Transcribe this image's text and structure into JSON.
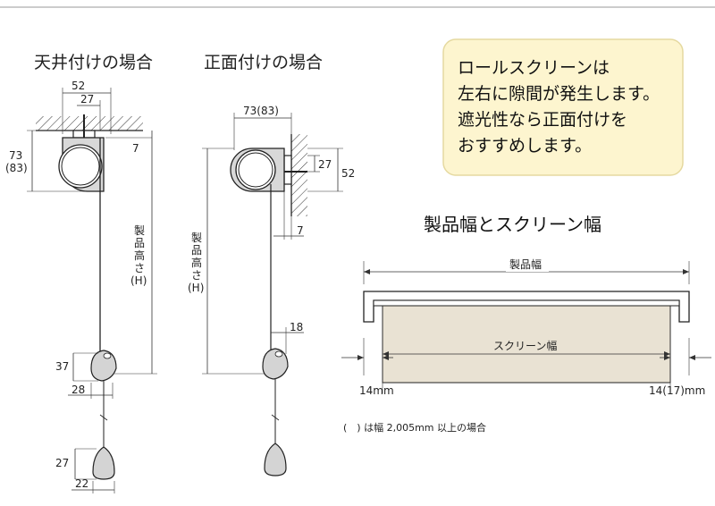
{
  "headings": {
    "ceiling_mount": "天井付けの場合",
    "front_mount": "正面付けの場合",
    "width_title": "製品幅とスクリーン幅"
  },
  "note_lines": [
    "ロールスクリーンは",
    "左右に隙間が発生します。",
    "遮光性なら正面付けを",
    "おすすめします。"
  ],
  "ceiling_dims": {
    "w52": "52",
    "w27": "27",
    "h73": "73",
    "h73b": "(83)",
    "d7": "7",
    "product_height": [
      "製",
      "品",
      "高",
      "さ",
      "(H)"
    ],
    "w37": "37",
    "w28": "28",
    "w27b": "27",
    "w22": "22"
  },
  "front_dims": {
    "w73": "73(83)",
    "d27": "27",
    "d52": "52",
    "d7": "7",
    "product_height": [
      "製",
      "品",
      "高",
      "さ",
      "(H)"
    ],
    "d18": "18"
  },
  "width_diagram": {
    "product_width": "製品幅",
    "screen_width": "スクリーン幅",
    "left_gap": "14mm",
    "right_gap": "14(17)mm",
    "footnote": "(　) は幅 2,005mm 以上の場合"
  },
  "colors": {
    "note_bg": "#fdf5cf",
    "note_border": "#e5d9a0",
    "screen_fill": "#e9e2d3"
  }
}
